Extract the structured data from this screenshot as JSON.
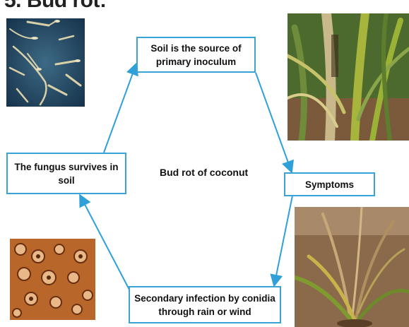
{
  "title": "5. Bud rot:",
  "center_label": "Bud rot of coconut",
  "cycle": {
    "soil_source": "Soil is the source of primary inoculum",
    "symptoms": "Symptoms",
    "secondary_infection": "Secondary infection by conidia through rain or wind",
    "fungus_survives": "The fungus survives in soil"
  },
  "colors": {
    "arrow": "#2fa0d8",
    "box_border": "#3aa3d6"
  },
  "images": {
    "top_left": "fungal-conidia-micrograph",
    "top_right": "coconut-palm-bud-rot-photo",
    "bottom_right": "wilted-palm-photo",
    "bottom_left": "stained-spores-micrograph"
  }
}
